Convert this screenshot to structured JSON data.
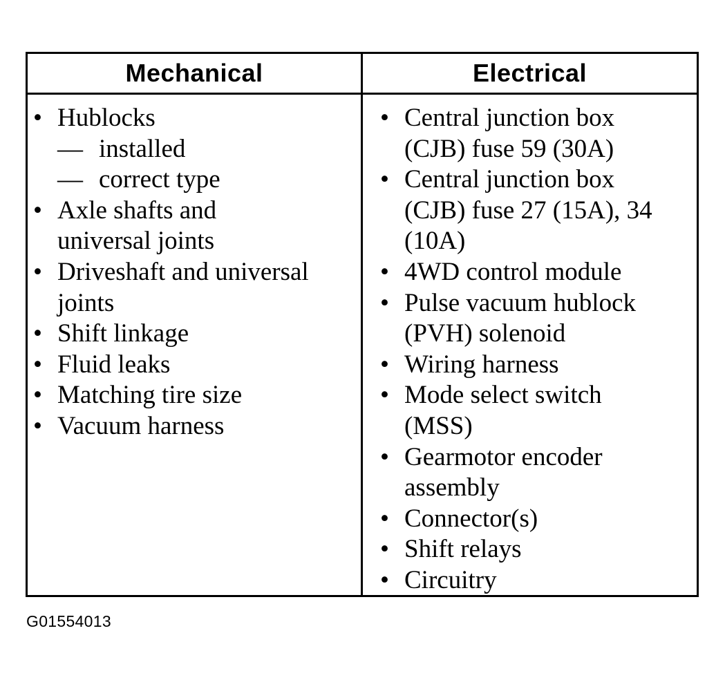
{
  "table": {
    "headers": {
      "left": "Mechanical",
      "right": "Electrical"
    },
    "bullet_symbol": "•",
    "mechanical": {
      "items": [
        {
          "text": "Hublocks",
          "sub": [
            "installed",
            "correct type"
          ]
        },
        {
          "lines": [
            "Axle shafts and",
            "universal joints"
          ]
        },
        {
          "lines": [
            "Driveshaft and universal",
            "joints"
          ]
        },
        {
          "text": "Shift linkage"
        },
        {
          "text": "Fluid leaks"
        },
        {
          "text": "Matching tire size"
        },
        {
          "text": "Vacuum harness"
        }
      ],
      "sub_dash": "—"
    },
    "electrical": {
      "items": [
        {
          "lines": [
            "Central junction box",
            "(CJB) fuse 59 (30A)"
          ]
        },
        {
          "lines": [
            "Central junction box",
            "(CJB) fuse 27 (15A), 34",
            "(10A)"
          ]
        },
        {
          "text": "4WD control module"
        },
        {
          "lines": [
            "Pulse vacuum hublock",
            "(PVH) solenoid"
          ]
        },
        {
          "text": "Wiring harness"
        },
        {
          "lines": [
            "Mode select switch",
            "(MSS)"
          ]
        },
        {
          "lines": [
            "Gearmotor encoder",
            "assembly"
          ]
        },
        {
          "text": "Connector(s)"
        },
        {
          "text": "Shift relays"
        },
        {
          "text": "Circuitry"
        }
      ]
    }
  },
  "figure_id": "G01554013"
}
